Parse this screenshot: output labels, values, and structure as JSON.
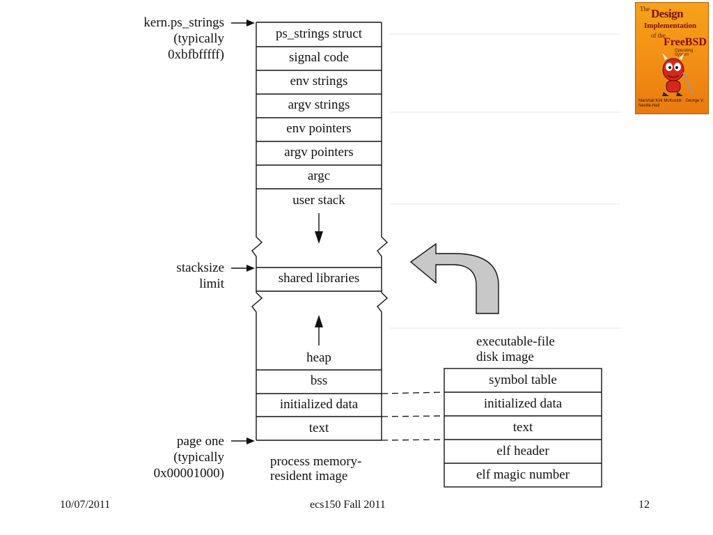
{
  "book_cover": {
    "line_the": "The",
    "line_design": "Design",
    "line_and_impl": "Implementation",
    "line_of_the": "of the",
    "line_freebsd": "FreeBSD",
    "line_os": "Operating System",
    "authors": "Marshall Kirk McKusick · George V. Neville-Neil"
  },
  "memory_image": {
    "segments": [
      "ps_strings struct",
      "signal code",
      "env strings",
      "argv strings",
      "env pointers",
      "argv pointers",
      "argc",
      "user stack",
      "shared libraries",
      "heap",
      "bss",
      "initialized data",
      "text"
    ],
    "caption_line1": "process memory-",
    "caption_line2": "resident image"
  },
  "left_labels": {
    "top": [
      "kern.ps_strings",
      "(typically",
      "0xbfbfffff)"
    ],
    "mid": [
      "stacksize",
      "limit"
    ],
    "bottom": [
      "page one",
      "(typically",
      "0x00001000)"
    ]
  },
  "disk_image": {
    "title_line1": "executable-file",
    "title_line2": "disk image",
    "rows": [
      "symbol table",
      "initialized data",
      "text",
      "elf header",
      "elf magic number"
    ]
  },
  "colors": {
    "arrow_fill": "#c8c8c8",
    "book_orange": "#f28c14"
  },
  "footer": {
    "date": "10/07/2011",
    "course": "ecs150 Fall 2011",
    "page": "12"
  }
}
